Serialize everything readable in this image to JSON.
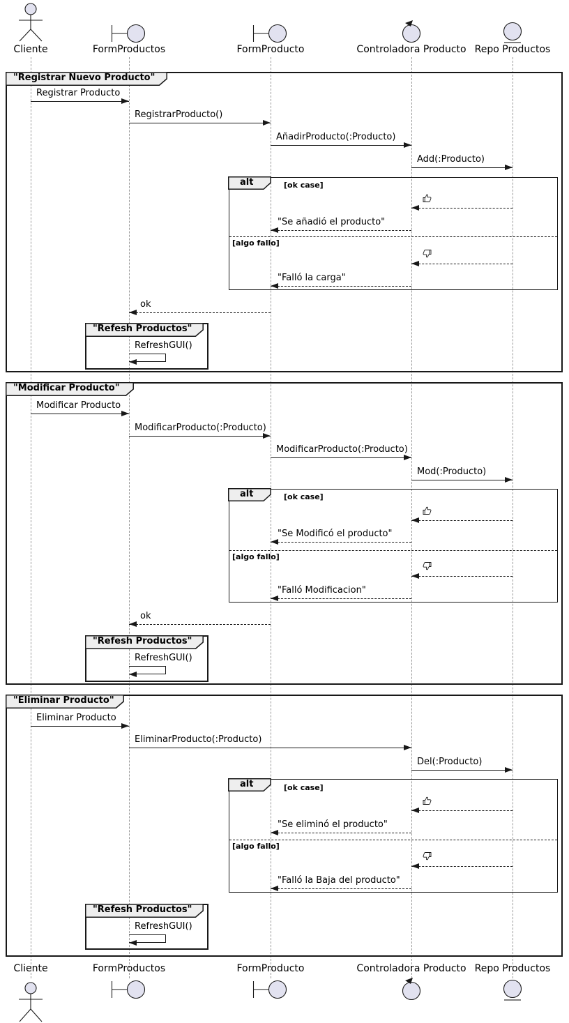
{
  "diagram_type": "uml-sequence-diagram",
  "colors": {
    "background": "#FFFFFF",
    "line": "#181818",
    "lifeline": "#999999",
    "icon_fill": "#E2E2F0",
    "frame_tab_fill": "#EEEEEE"
  },
  "icons": {
    "ok_signal": "thumbs-up",
    "fail_signal": "thumbs-down",
    "participant_types": [
      "actor",
      "boundary",
      "boundary",
      "control",
      "entity"
    ]
  },
  "participants": [
    {
      "name": "Cliente",
      "type": "actor"
    },
    {
      "name": "FormProductos",
      "type": "boundary"
    },
    {
      "name": "FormProducto",
      "type": "boundary"
    },
    {
      "name": "Controladora Producto",
      "type": "control"
    },
    {
      "name": "Repo Productos",
      "type": "entity"
    }
  ],
  "frames": [
    {
      "title": "\"Registrar Nuevo Producto\"",
      "messages": {
        "m1": "Registrar Producto",
        "m2": "RegistrarProducto()",
        "m3": "AñadirProducto(:Producto)",
        "m4": "Add(:Producto)"
      },
      "alt": {
        "label": "alt",
        "ok_guard": "[ok case]",
        "fail_guard": "[algo fallo]",
        "ok_reply": "\"Se añadió el producto\"",
        "fail_reply": "\"Falló la carga\""
      },
      "return_ok": "ok",
      "subframe": {
        "title": "\"Refesh Productos\"",
        "message": "RefreshGUI()"
      }
    },
    {
      "title": "\"Modificar Producto\"",
      "messages": {
        "m1": "Modificar Producto",
        "m2": "ModificarProducto(:Producto)",
        "m3": "ModificarProducto(:Producto)",
        "m4": "Mod(:Producto)"
      },
      "alt": {
        "label": "alt",
        "ok_guard": "[ok case]",
        "fail_guard": "[algo fallo]",
        "ok_reply": "\"Se Modificó el producto\"",
        "fail_reply": "\"Falló Modificacion\""
      },
      "return_ok": "ok",
      "subframe": {
        "title": "\"Refesh Productos\"",
        "message": "RefreshGUI()"
      }
    },
    {
      "title": "\"Eliminar Producto\"",
      "messages": {
        "m1": "Eliminar Producto",
        "m2": "EliminarProducto(:Producto)",
        "m3": "Del(:Producto)"
      },
      "alt": {
        "label": "alt",
        "ok_guard": "[ok case]",
        "fail_guard": "[algo fallo]",
        "ok_reply": "\"Se eliminó el producto\"",
        "fail_reply": "\"Falló la Baja del producto\""
      },
      "subframe": {
        "title": "\"Refesh Productos\"",
        "message": "RefreshGUI()"
      }
    }
  ]
}
